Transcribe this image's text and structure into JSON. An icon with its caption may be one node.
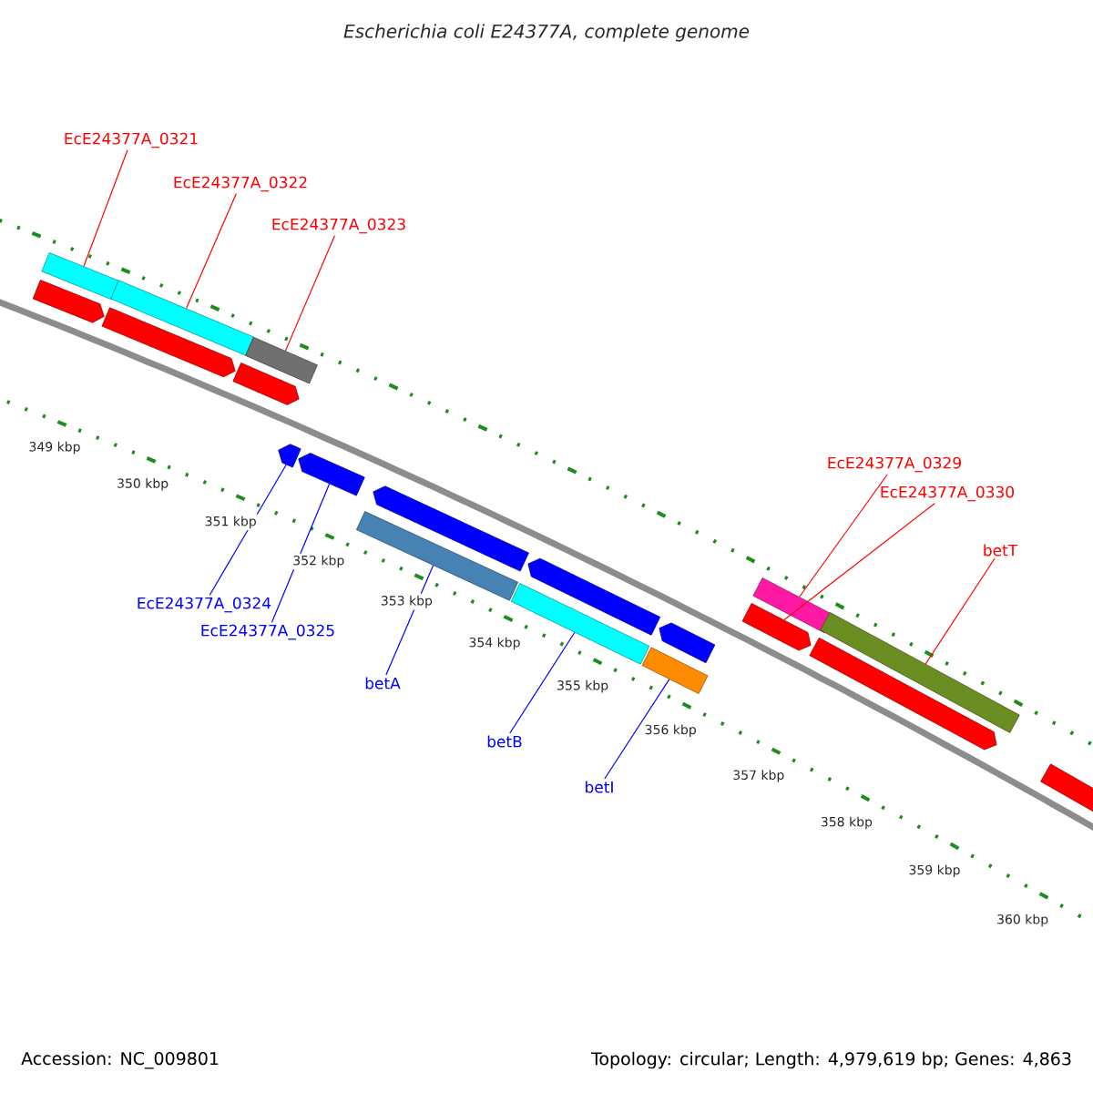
{
  "diagram": {
    "title": "Escherichia coli E24377A, complete genome",
    "nodes": [
      {
        "text": [
          "EcE24377A_0321"
        ]
      },
      {
        "text": [
          "EcE24377A_0322"
        ]
      },
      {
        "text": [
          "EcE24377A_0323"
        ]
      },
      {
        "text": [
          "EcE24377A_0324"
        ]
      },
      {
        "text": [
          "EcE24377A_0325"
        ]
      },
      {
        "text": [
          "betA"
        ]
      },
      {
        "text": [
          "betB"
        ]
      },
      {
        "text": [
          "betI"
        ]
      },
      {
        "text": [
          "EcE24377A_0329"
        ]
      },
      {
        "text": [
          "EcE24377A_0330"
        ]
      },
      {
        "text": [
          "betT"
        ]
      },
      {
        "text": [],
        "shape": "bar"
      },
      {
        "text": [],
        "shape": "bar"
      },
      {
        "text": [],
        "shape": "bar"
      },
      {
        "text": [],
        "shape": "arrow"
      },
      {
        "text": [],
        "shape": "arrow"
      },
      {
        "text": [],
        "shape": "bar"
      },
      {
        "text": [],
        "shape": "bar"
      },
      {
        "text": [],
        "shape": "bar"
      },
      {
        "text": [],
        "shape": "bar"
      },
      {
        "text": [],
        "shape": "arrow"
      },
      {
        "text": [],
        "shape": "bar"
      },
      {
        "text": [],
        "shape": "arrow"
      },
      {
        "text": [],
        "shape": "arrow"
      },
      {
        "text": [],
        "shape": "arrow"
      },
      {
        "text": [],
        "shape": "arrow"
      },
      {
        "text": [],
        "shape": "arrow"
      },
      {
        "text": [],
        "shape": "arrow"
      },
      {
        "text": [],
        "shape": "arrow"
      },
      {
        "text": [],
        "shape": "arrow"
      }
    ],
    "edges": [
      {
        "from": 0,
        "to": 11,
        "arrow": "none"
      },
      {
        "from": 1,
        "to": 12,
        "arrow": "none"
      },
      {
        "from": 2,
        "to": 13,
        "arrow": "none"
      },
      {
        "from": 3,
        "to": 14,
        "arrow": "none",
        "color": "#0000ff"
      },
      {
        "from": 4,
        "to": 15,
        "arrow": "none",
        "color": "#0000ff"
      },
      {
        "from": 5,
        "to": 16,
        "arrow": "none",
        "color": "#0000ff"
      },
      {
        "from": 6,
        "to": 17,
        "arrow": "none",
        "color": "#0000ff"
      },
      {
        "from": 7,
        "to": 18,
        "arrow": "none",
        "color": "#0000ff"
      },
      {
        "from": 8,
        "to": 19,
        "arrow": "none"
      },
      {
        "from": 9,
        "to": 20,
        "arrow": "none"
      },
      {
        "from": 10,
        "to": 21,
        "arrow": "none"
      }
    ],
    "labels": [
      "349 kbp",
      "350 kbp",
      "351 kbp",
      "352 kbp",
      "353 kbp",
      "354 kbp",
      "355 kbp",
      "356 kbp",
      "357 kbp",
      "358 kbp",
      "359 kbp",
      "360 kbp",
      "Accession: NC_009801",
      "Topology: circular; Length: 4,979,619 bp; Genes: 4,863"
    ]
  }
}
